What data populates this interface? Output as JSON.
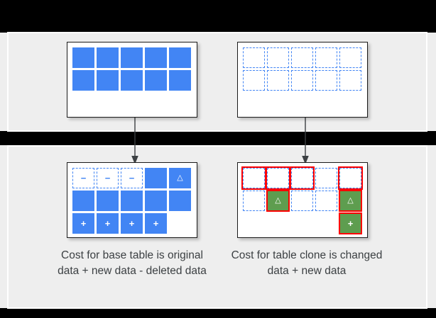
{
  "slide": {
    "background_color": "#EEEEEE",
    "letterbox_color": "#000000",
    "accent_blue": "#4285F4",
    "accent_green": "#5E9D4F",
    "accent_red": "#FF0000",
    "card_border_color": "#1A1A1A"
  },
  "glyphs": {
    "minus": "−",
    "plus": "+",
    "delta": "△"
  },
  "panels": {
    "top": {
      "base_table": {
        "name": "base-table-original",
        "rows": [
          [
            {
              "style": "solid",
              "glyph": "",
              "marked": false
            },
            {
              "style": "solid",
              "glyph": "",
              "marked": false
            },
            {
              "style": "solid",
              "glyph": "",
              "marked": false
            },
            {
              "style": "solid",
              "glyph": "",
              "marked": false
            },
            {
              "style": "solid",
              "glyph": "",
              "marked": false
            }
          ],
          [
            {
              "style": "solid",
              "glyph": "",
              "marked": false
            },
            {
              "style": "solid",
              "glyph": "",
              "marked": false
            },
            {
              "style": "solid",
              "glyph": "",
              "marked": false
            },
            {
              "style": "solid",
              "glyph": "",
              "marked": false
            },
            {
              "style": "solid",
              "glyph": "",
              "marked": false
            }
          ]
        ]
      },
      "clone_table": {
        "name": "clone-table-initial",
        "rows": [
          [
            {
              "style": "dashed",
              "glyph": "",
              "marked": false
            },
            {
              "style": "dashed",
              "glyph": "",
              "marked": false
            },
            {
              "style": "dashed",
              "glyph": "",
              "marked": false
            },
            {
              "style": "dashed",
              "glyph": "",
              "marked": false
            },
            {
              "style": "dashed",
              "glyph": "",
              "marked": false
            }
          ],
          [
            {
              "style": "dashed",
              "glyph": "",
              "marked": false
            },
            {
              "style": "dashed",
              "glyph": "",
              "marked": false
            },
            {
              "style": "dashed",
              "glyph": "",
              "marked": false
            },
            {
              "style": "dashed",
              "glyph": "",
              "marked": false
            },
            {
              "style": "dashed",
              "glyph": "",
              "marked": false
            }
          ]
        ]
      }
    },
    "bottom": {
      "base_table": {
        "name": "base-table-after-changes",
        "rows": [
          [
            {
              "style": "dashed",
              "glyph": "minus",
              "marked": false
            },
            {
              "style": "dashed",
              "glyph": "minus",
              "marked": false
            },
            {
              "style": "dashed",
              "glyph": "minus",
              "marked": false
            },
            {
              "style": "solid",
              "glyph": "",
              "marked": false
            },
            {
              "style": "solid",
              "glyph": "delta",
              "marked": false
            }
          ],
          [
            {
              "style": "solid",
              "glyph": "",
              "marked": false
            },
            {
              "style": "solid",
              "glyph": "",
              "marked": false
            },
            {
              "style": "solid",
              "glyph": "",
              "marked": false
            },
            {
              "style": "solid",
              "glyph": "",
              "marked": false
            },
            {
              "style": "solid",
              "glyph": "",
              "marked": false
            }
          ],
          [
            {
              "style": "solid",
              "glyph": "plus",
              "marked": false
            },
            {
              "style": "solid",
              "glyph": "plus",
              "marked": false
            },
            {
              "style": "solid",
              "glyph": "plus",
              "marked": false
            },
            {
              "style": "solid",
              "glyph": "plus",
              "marked": false
            },
            {
              "style": "none",
              "glyph": "",
              "marked": false
            }
          ]
        ]
      },
      "clone_table": {
        "name": "clone-table-after-changes",
        "rows": [
          [
            {
              "style": "dashed",
              "glyph": "",
              "marked": true
            },
            {
              "style": "dashed",
              "glyph": "",
              "marked": true
            },
            {
              "style": "dashed",
              "glyph": "",
              "marked": true
            },
            {
              "style": "dashed",
              "glyph": "",
              "marked": false
            },
            {
              "style": "dashed",
              "glyph": "",
              "marked": true
            }
          ],
          [
            {
              "style": "dashed",
              "glyph": "",
              "marked": false
            },
            {
              "style": "green",
              "glyph": "delta",
              "marked": true
            },
            {
              "style": "dashed",
              "glyph": "",
              "marked": false
            },
            {
              "style": "dashed",
              "glyph": "",
              "marked": false
            },
            {
              "style": "green",
              "glyph": "delta",
              "marked": true
            }
          ],
          [
            {
              "style": "none",
              "glyph": "",
              "marked": false
            },
            {
              "style": "none",
              "glyph": "",
              "marked": false
            },
            {
              "style": "none",
              "glyph": "",
              "marked": false
            },
            {
              "style": "none",
              "glyph": "",
              "marked": false
            },
            {
              "style": "green",
              "glyph": "plus",
              "marked": true
            }
          ]
        ]
      }
    }
  },
  "captions": {
    "base": "Cost for base table is original data + new data - deleted data",
    "clone": "Cost for table clone is changed data + new data"
  },
  "connectors": {
    "base_arrow": "arrow-down",
    "clone_arrow": "arrow-down"
  }
}
